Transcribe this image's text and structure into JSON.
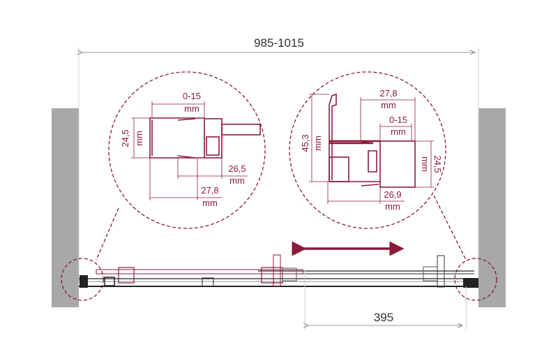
{
  "colors": {
    "accent": "#8b1a3a",
    "wall": "#a8a8a8",
    "dimension": "#555555"
  },
  "overall_width_label": "985-1015",
  "opening_label": "395",
  "left_detail": {
    "gap": {
      "value": "0-15",
      "unit": "mm"
    },
    "height": {
      "value": "24,5",
      "unit": "mm"
    },
    "depth_inner": {
      "value": "26,5",
      "unit": "mm"
    },
    "depth_outer": {
      "value": "27,8",
      "unit": "mm"
    }
  },
  "right_detail": {
    "width_top": {
      "value": "27,8",
      "unit": "mm"
    },
    "gap": {
      "value": "0-15",
      "unit": "mm"
    },
    "height_profile": {
      "value": "45,3",
      "unit": "mm"
    },
    "height_box": {
      "value": "24,5",
      "unit": "mm"
    },
    "depth": {
      "value": "26,9",
      "unit": "mm"
    }
  }
}
